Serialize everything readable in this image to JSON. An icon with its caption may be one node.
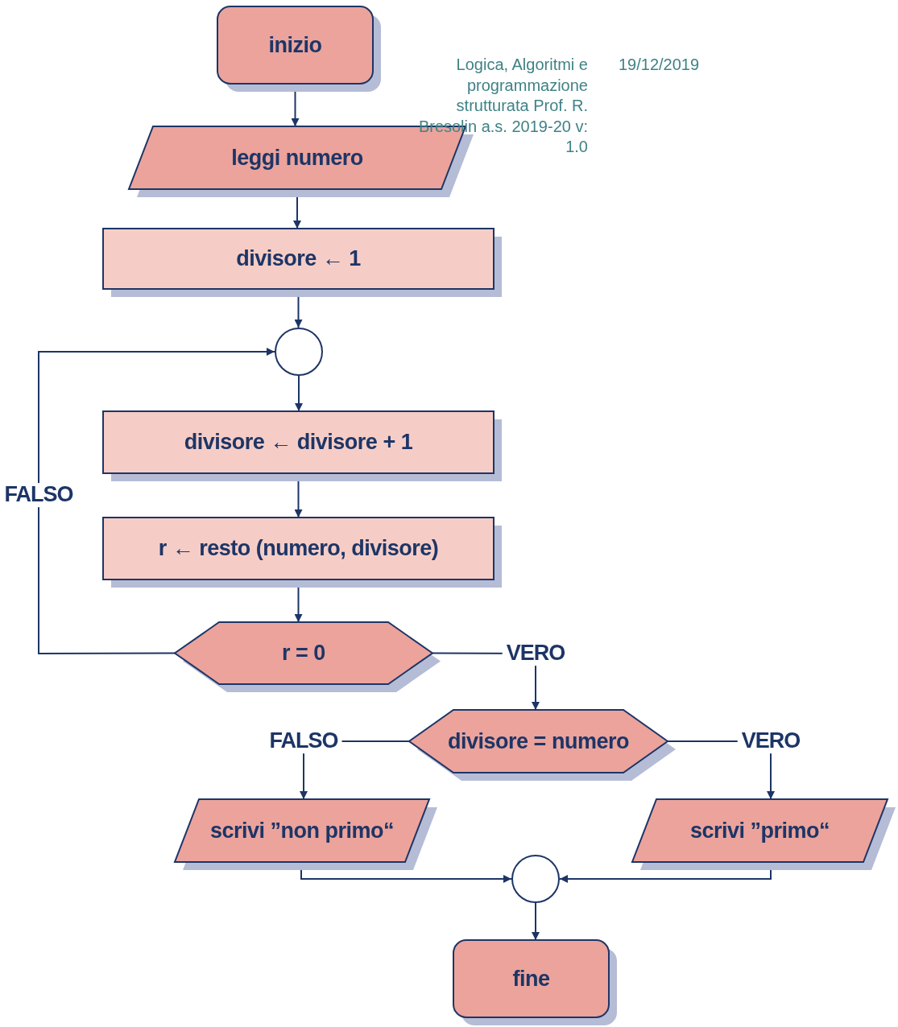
{
  "diagram": {
    "nodes": [
      {
        "text": [
          "inizio"
        ]
      },
      {
        "text": [
          "leggi numero"
        ]
      },
      {
        "text": [
          "divisore ← 1"
        ]
      },
      {
        "text": [],
        "shape": "circle"
      },
      {
        "text": [
          "divisore ← divisore + 1"
        ]
      },
      {
        "text": [
          "r ← resto (numero, divisore)"
        ]
      },
      {
        "text": [
          "r = 0"
        ]
      },
      {
        "text": [
          "divisore = numero"
        ]
      },
      {
        "text": [
          "scrivi ”non primo“"
        ]
      },
      {
        "text": [
          "scrivi ”primo“"
        ]
      },
      {
        "text": [],
        "shape": "circle"
      },
      {
        "text": [
          "fine"
        ]
      }
    ],
    "edges": [
      {
        "from": 0,
        "to": 1,
        "arrow": "to"
      },
      {
        "from": 1,
        "to": 2,
        "arrow": "to"
      },
      {
        "from": 2,
        "to": 3,
        "arrow": "to"
      },
      {
        "from": 3,
        "to": 4,
        "arrow": "to"
      },
      {
        "from": 4,
        "to": 5,
        "arrow": "to"
      },
      {
        "from": 5,
        "to": 6,
        "arrow": "to"
      },
      {
        "from": 6,
        "to": 3,
        "arrow": "to",
        "label": "FALSO"
      },
      {
        "from": 6,
        "to": 7,
        "arrow": "to",
        "label": "VERO"
      },
      {
        "from": 7,
        "to": 8,
        "arrow": "to",
        "label": "FALSO"
      },
      {
        "from": 7,
        "to": 9,
        "arrow": "to",
        "label": "VERO"
      },
      {
        "from": 8,
        "to": 10,
        "arrow": "to"
      },
      {
        "from": 9,
        "to": 10,
        "arrow": "to"
      },
      {
        "from": 10,
        "to": 11,
        "arrow": "to"
      }
    ],
    "labels": [
      "Logica, Algoritmi e programmazione strutturata Prof. R. Bresolin a.s. 2019-20 v: 1.0",
      "19/12/2019"
    ]
  }
}
